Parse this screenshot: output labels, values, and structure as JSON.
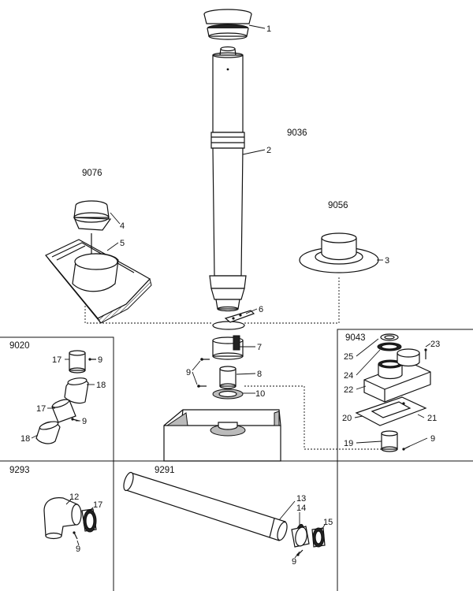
{
  "groups": {
    "g9036": "9036",
    "g9076": "9076",
    "g9056": "9056",
    "g9020": "9020",
    "g9043": "9043",
    "g9293": "9293",
    "g9291": "9291"
  },
  "parts": {
    "p1": "1",
    "p2": "2",
    "p3": "3",
    "p4": "4",
    "p5": "5",
    "p6": "6",
    "p7": "7",
    "p8": "8",
    "p9": "9",
    "p10": "10",
    "p12": "12",
    "p13": "13",
    "p14": "14",
    "p15": "15",
    "p17": "17",
    "p18": "18",
    "p19": "19",
    "p20": "20",
    "p21": "21",
    "p22": "22",
    "p23": "23",
    "p24": "24",
    "p25": "25"
  }
}
